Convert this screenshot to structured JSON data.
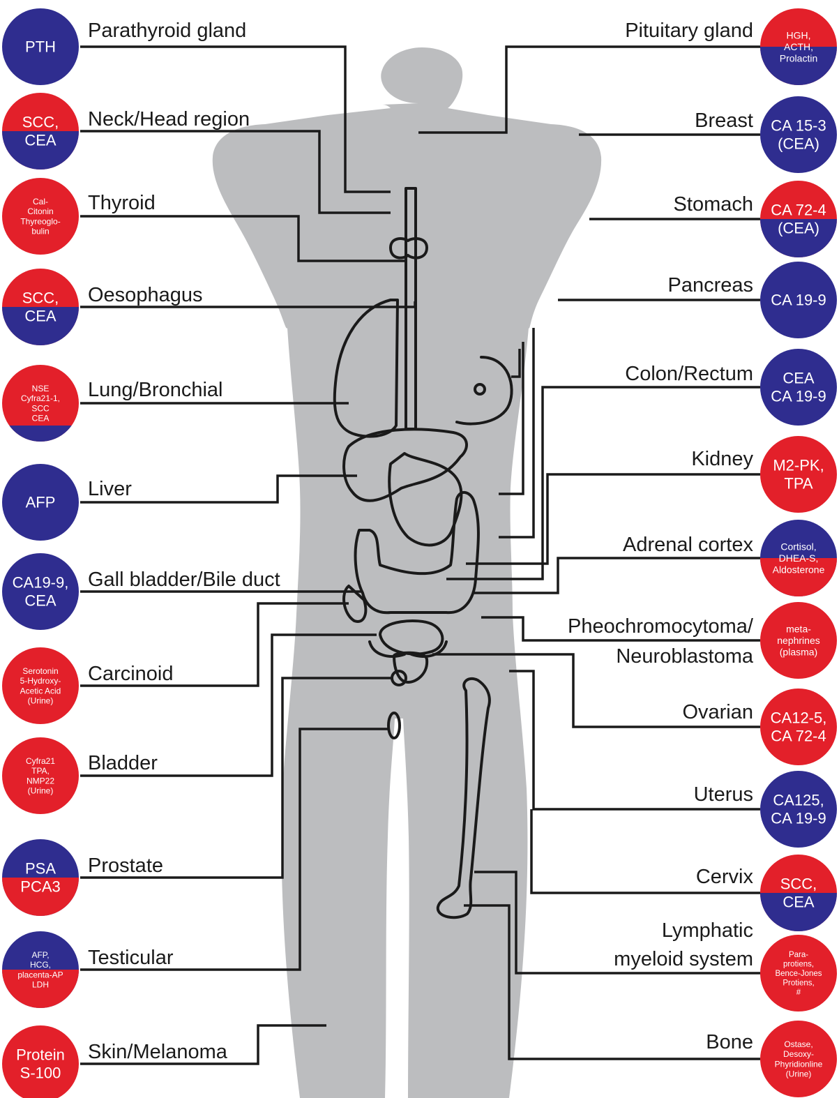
{
  "colors": {
    "red": "#e3202a",
    "blue": "#2f2d8f",
    "body": "#bcbdbf",
    "line": "#1a1a1a"
  },
  "left": [
    {
      "label": "Parathyroid gland",
      "badge": {
        "split": "blue",
        "lines": [
          "PTH"
        ]
      }
    },
    {
      "label": "Neck/Head region",
      "badge": {
        "split": "red-blue",
        "lines": [
          "SCC,",
          "CEA"
        ]
      }
    },
    {
      "label": "Thyroid",
      "badge": {
        "split": "red",
        "lines": [
          "Cal-",
          "Citonin",
          "Thyreoglo-",
          "bulin"
        ]
      }
    },
    {
      "label": "Oesophagus",
      "badge": {
        "split": "red-blue",
        "lines": [
          "SCC,",
          "CEA"
        ]
      }
    },
    {
      "label": "Lung/Bronchial",
      "badge": {
        "split": "red-bottom-blue",
        "lines": [
          "NSE",
          "Cyfra21-1,",
          "SCC",
          "CEA"
        ]
      }
    },
    {
      "label": "Liver",
      "badge": {
        "split": "blue",
        "lines": [
          "AFP"
        ]
      }
    },
    {
      "label": "Gall bladder/Bile duct",
      "badge": {
        "split": "blue",
        "lines": [
          "CA19-9,",
          "CEA"
        ]
      }
    },
    {
      "label": "Carcinoid",
      "badge": {
        "split": "red",
        "lines": [
          "Serotonin",
          "5-Hydroxy-",
          "Acetic Acid",
          "(Urine)"
        ]
      }
    },
    {
      "label": "Bladder",
      "badge": {
        "split": "red",
        "lines": [
          "Cyfra21",
          "TPA,",
          "NMP22",
          "(Urine)"
        ]
      }
    },
    {
      "label": "Prostate",
      "badge": {
        "split": "blue-red",
        "lines": [
          "PSA",
          "PCA3"
        ]
      }
    },
    {
      "label": "Testicular",
      "badge": {
        "split": "blue-red",
        "lines": [
          "AFP,",
          "HCG,",
          "placenta-AP",
          "LDH"
        ]
      }
    },
    {
      "label": "Skin/Melanoma",
      "badge": {
        "split": "red",
        "lines": [
          "Protein",
          "S-100"
        ]
      }
    }
  ],
  "right": [
    {
      "label": [
        "Pituitary gland"
      ],
      "badge": {
        "split": "red-blue",
        "lines": [
          "HGH,",
          "ACTH,",
          "Prolactin"
        ]
      }
    },
    {
      "label": [
        "Breast"
      ],
      "badge": {
        "split": "blue",
        "lines": [
          "CA 15-3",
          "(CEA)"
        ]
      }
    },
    {
      "label": [
        "Stomach"
      ],
      "badge": {
        "split": "red-blue",
        "lines": [
          "CA 72-4",
          "(CEA)"
        ]
      }
    },
    {
      "label": [
        "Pancreas"
      ],
      "badge": {
        "split": "blue",
        "lines": [
          "CA 19-9"
        ]
      }
    },
    {
      "label": [
        "Colon/Rectum"
      ],
      "badge": {
        "split": "blue",
        "lines": [
          "CEA",
          "CA 19-9"
        ]
      }
    },
    {
      "label": [
        "Kidney"
      ],
      "badge": {
        "split": "red",
        "lines": [
          "M2-PK,",
          "TPA"
        ]
      }
    },
    {
      "label": [
        "Adrenal cortex"
      ],
      "badge": {
        "split": "blue-red",
        "lines": [
          "Cortisol,",
          "DHEA-S,",
          "Aldosterone"
        ]
      }
    },
    {
      "label": [
        "Pheochromocytoma/",
        "Neuroblastoma"
      ],
      "badge": {
        "split": "red",
        "lines": [
          "meta-",
          "nephrines",
          "(plasma)"
        ]
      }
    },
    {
      "label": [
        "Ovarian"
      ],
      "badge": {
        "split": "red",
        "lines": [
          "CA12-5,",
          "CA 72-4"
        ]
      }
    },
    {
      "label": [
        "Uterus"
      ],
      "badge": {
        "split": "blue",
        "lines": [
          "CA125,",
          "CA 19-9"
        ]
      }
    },
    {
      "label": [
        "Cervix"
      ],
      "badge": {
        "split": "red-blue",
        "lines": [
          "SCC,",
          "CEA"
        ]
      }
    },
    {
      "label": [
        "Lymphatic",
        "myeloid system"
      ],
      "badge": {
        "split": "red",
        "lines": [
          "Para-",
          "protiens,",
          "Bence-Jones",
          "Protiens,",
          "#"
        ]
      }
    },
    {
      "label": [
        "Bone"
      ],
      "badge": {
        "split": "red",
        "lines": [
          "Ostase,",
          "Desoxy-",
          "Phyridionline",
          "(Urine)"
        ]
      }
    }
  ]
}
